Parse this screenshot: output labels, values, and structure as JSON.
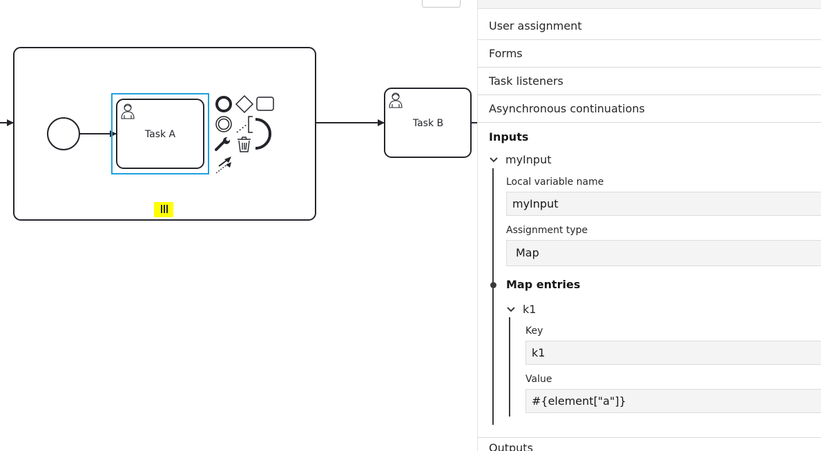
{
  "canvas": {
    "task_a_label": "Task A",
    "task_b_label": "Task B",
    "marker_symbol": "III",
    "marker_color": "#ffff00",
    "selection_color": "#1e9fdc",
    "icons": [
      "user-task-icon",
      "end-event-icon",
      "gateway-icon",
      "task-icon",
      "intermediate-event-icon",
      "text-annotation-icon",
      "loop-event-icon",
      "wrench-icon",
      "trash-icon",
      "connect-icon"
    ]
  },
  "panel": {
    "groups": [
      "User assignment",
      "Forms",
      "Task listeners",
      "Asynchronous continuations"
    ],
    "inputs": {
      "title": "Inputs",
      "item_name": "myInput",
      "local_variable_label": "Local variable name",
      "local_variable_value": "myInput",
      "assignment_type_label": "Assignment type",
      "assignment_type_value": "Map",
      "map_entries_title": "Map entries",
      "entry": {
        "name": "k1",
        "key_label": "Key",
        "key_value": "k1",
        "value_label": "Value",
        "value_value": "#{element[\"a\"]}"
      }
    },
    "outputs_title": "Outputs"
  }
}
